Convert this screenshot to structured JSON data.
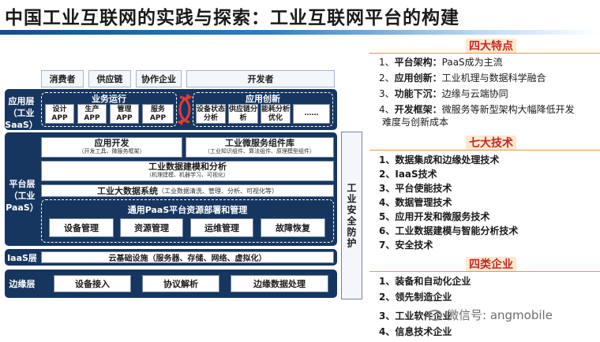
{
  "title": "中国工业互联网的实践与探索：工业互联网平台的构建",
  "actors": [
    "消费者",
    "供应链",
    "协作企业",
    "开发者"
  ],
  "saas": {
    "label": "应用层（工业SaaS）",
    "business_title": "业务运行",
    "business_apps": [
      "设计APP",
      "生产APP",
      "管理APP",
      "服务APP"
    ],
    "innovation_title": "应用创新",
    "innovation_apps": [
      "设备状态分析",
      "供应链分析",
      "能耗分析优化",
      "……"
    ]
  },
  "paas": {
    "label": "平台层（工业PaaS）",
    "app_dev": {
      "title": "应用开发",
      "sub": "（开发工具、微服务框架）"
    },
    "micro": {
      "title": "工业微服务组件库",
      "sub": "（工业知识组件、算法组件、原理模型组件）"
    },
    "modeling": {
      "title": "工业数据建模和分析",
      "sub": "（机理建模、机器学习、可视化）"
    },
    "bigdata": {
      "title": "工业大数据系统",
      "sub": "（工业数据清洗、管理、分析、可视化等）"
    },
    "resource_title": "通用PaaS平台资源部署和管理",
    "resource_items": [
      "设备管理",
      "资源管理",
      "运维管理",
      "故障恢复"
    ]
  },
  "iaas": {
    "label": "IaaS层",
    "text": "云基础设施（服务器、存储、网络、虚拟化）"
  },
  "edge": {
    "label": "边缘层",
    "items": [
      "设备接入",
      "协议解析",
      "边缘数据处理"
    ]
  },
  "security": "工业安全防护",
  "features": {
    "title": "四大特点",
    "items": [
      {
        "n": "1、",
        "k": "平台架构：",
        "v": "PaaS成为主流"
      },
      {
        "n": "2、",
        "k": "应用创新：",
        "v": "工业机理与数据科学融合"
      },
      {
        "n": "3、",
        "k": "功能下沉：",
        "v": "边缘与云端协同"
      },
      {
        "n": "4、",
        "k": "开发框架：",
        "v": "微服务等新型架构大幅降低开发"
      }
    ],
    "continuation": "难度与创新成本"
  },
  "techs": {
    "title": "七大技术",
    "items": [
      "1、数据集成和边缘处理技术",
      "2、IaaS技术",
      "3、平台使能技术",
      "4、数据管理技术",
      "5、应用开发和微服务技术",
      "6、工业数据建模与智能分析技术",
      "7、安全技术"
    ]
  },
  "enterprises": {
    "title": "四类企业",
    "items": [
      "1、装备和自动化企业",
      "2、领先制造企业",
      "3、工业软件企业",
      "4、信息技术企业"
    ]
  },
  "watermark": "微信号: angmobile"
}
